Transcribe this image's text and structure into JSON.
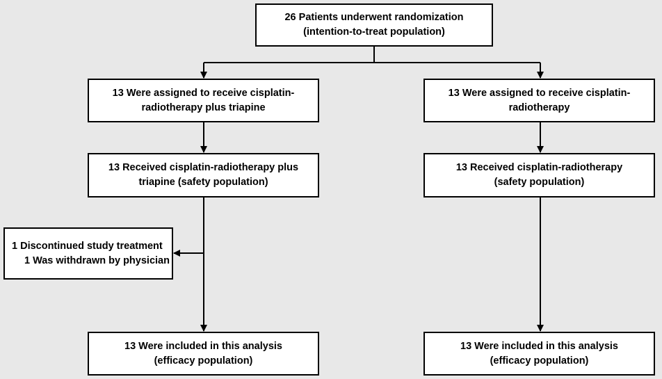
{
  "flowchart": {
    "randomization": {
      "line1": "26 Patients underwent randomization",
      "line2": "(intention-to-treat population)"
    },
    "left": {
      "assigned": {
        "line1": "13 Were assigned to receive cisplatin-",
        "line2": "radiotherapy plus triapine"
      },
      "received": {
        "line1": "13 Received cisplatin-radiotherapy plus",
        "line2": "triapine (safety population)"
      },
      "discontinued": {
        "line1": "1 Discontinued study treatment",
        "line2": "1 Was withdrawn by physician"
      },
      "analysis": {
        "line1": "13 Were included in this analysis",
        "line2": "(efficacy population)"
      }
    },
    "right": {
      "assigned": {
        "line1": "13 Were assigned to receive cisplatin-",
        "line2": "radiotherapy"
      },
      "received": {
        "line1": "13 Received cisplatin-radiotherapy",
        "line2": "(safety population)"
      },
      "analysis": {
        "line1": "13 Were included in this analysis",
        "line2": "(efficacy population)"
      }
    }
  }
}
